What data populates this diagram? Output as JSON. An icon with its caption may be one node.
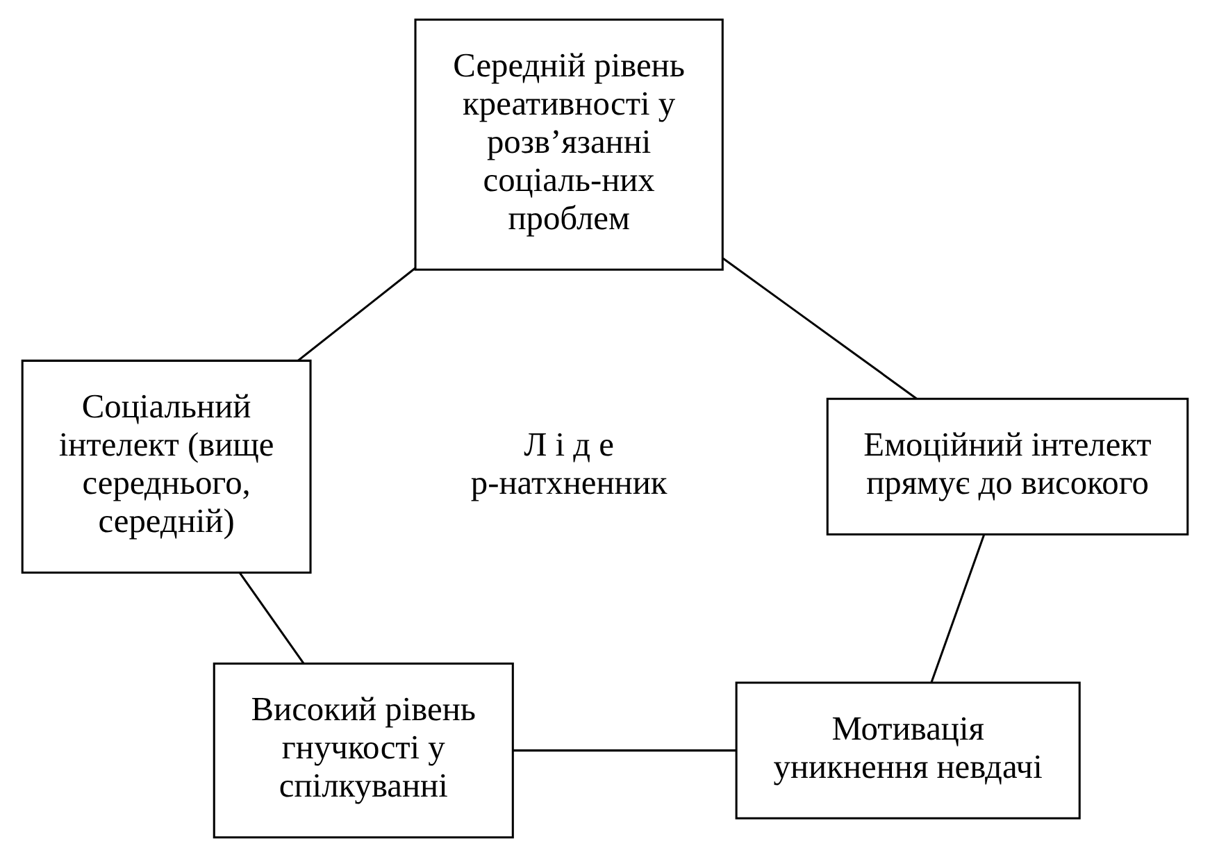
{
  "diagram": {
    "nodes": [
      {
        "text": [
          "Середній рівень креативності у розв’язанні соціаль-них проблем"
        ]
      },
      {
        "text": [
          "Соціальний інтелект (вище середнього, середній)"
        ]
      },
      {
        "text": [
          "Емоційний інтелект прямує до високого"
        ]
      },
      {
        "text": [
          "Високий рівень гнучкості у спілкуванні"
        ]
      },
      {
        "text": [
          "Мотивація уникнення невдачі"
        ]
      }
    ],
    "edges": [
      {
        "from": 0,
        "to": 1,
        "arrow": "none"
      },
      {
        "from": 0,
        "to": 2,
        "arrow": "none"
      },
      {
        "from": 1,
        "to": 3,
        "arrow": "none"
      },
      {
        "from": 2,
        "to": 4,
        "arrow": "none"
      },
      {
        "from": 3,
        "to": 4,
        "arrow": "none"
      }
    ],
    "labels": [
      "Л і д е р-натхненник"
    ]
  }
}
